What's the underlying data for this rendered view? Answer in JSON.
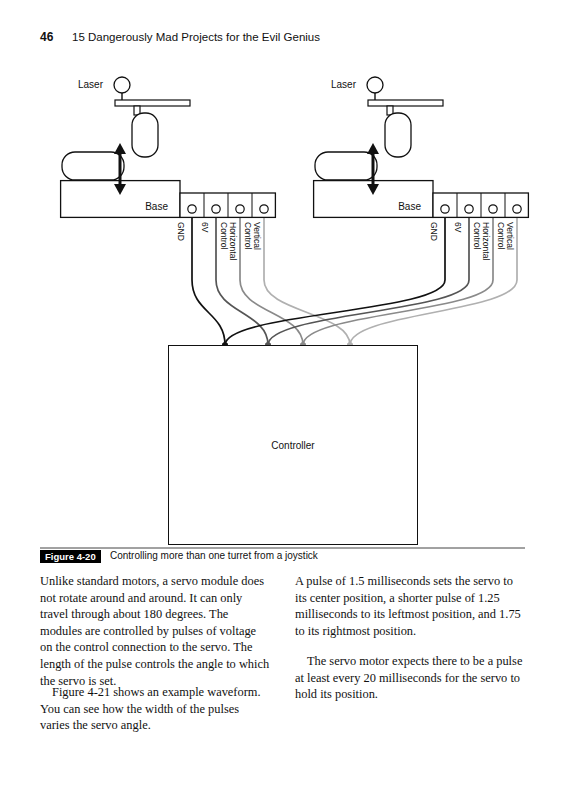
{
  "diagram": {
    "caption": "Controlling more than one turret from a joystick",
    "nodes": [
      {
        "text": [
          "Base"
        ]
      },
      {
        "text": [
          "Base"
        ]
      },
      {
        "text": [
          "Controller"
        ]
      }
    ],
    "edges": [
      {
        "from": 0,
        "to": 2,
        "arrow": "none"
      },
      {
        "from": 0,
        "to": 2,
        "arrow": "none"
      },
      {
        "from": 0,
        "to": 2,
        "arrow": "none"
      },
      {
        "from": 0,
        "to": 2,
        "arrow": "none"
      },
      {
        "from": 1,
        "to": 2,
        "arrow": "none"
      },
      {
        "from": 1,
        "to": 2,
        "arrow": "none"
      },
      {
        "from": 1,
        "to": 2,
        "arrow": "none"
      },
      {
        "from": 1,
        "to": 2,
        "arrow": "none"
      }
    ],
    "labels": [
      "46",
      "15 Dangerously Mad Projects for the Evil Genius",
      "Laser",
      "Laser",
      "GND",
      "6V",
      "Horizontal Control",
      "Vertical Control",
      "GND",
      "6V",
      "Horizontal Control",
      "Vertical Control",
      "Figure 4-20",
      "Unlike standard motors, a servo module does not rotate around and around. It can only travel through about 180 degrees. The modules are controlled by pulses of voltage on the control connection to the servo. The length of the pulse controls the angle to which the servo is set.",
      "Figure 4-21 shows an example waveform. You can see how the width of the pulses varies the servo angle.",
      "A pulse of 1.5 milliseconds sets the servo to its center position, a shorter pulse of 1.25 milliseconds to its leftmost position, and 1.75 to its rightmost position.",
      "The servo motor expects there to be a pulse at least every 20 milliseconds for the servo to hold its position."
    ]
  }
}
